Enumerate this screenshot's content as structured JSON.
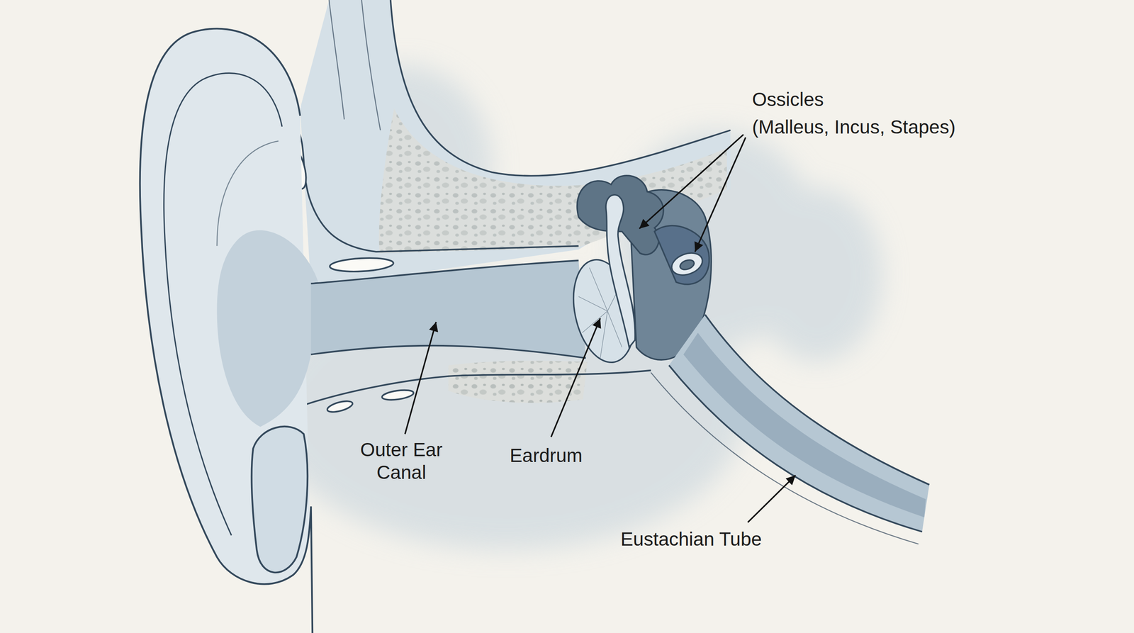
{
  "diagram": {
    "labels": [
      "Ossicles",
      "(Malleus, Incus, Stapes)",
      "Outer Ear Canal",
      "Eardrum",
      "Eustachian Tube"
    ]
  }
}
